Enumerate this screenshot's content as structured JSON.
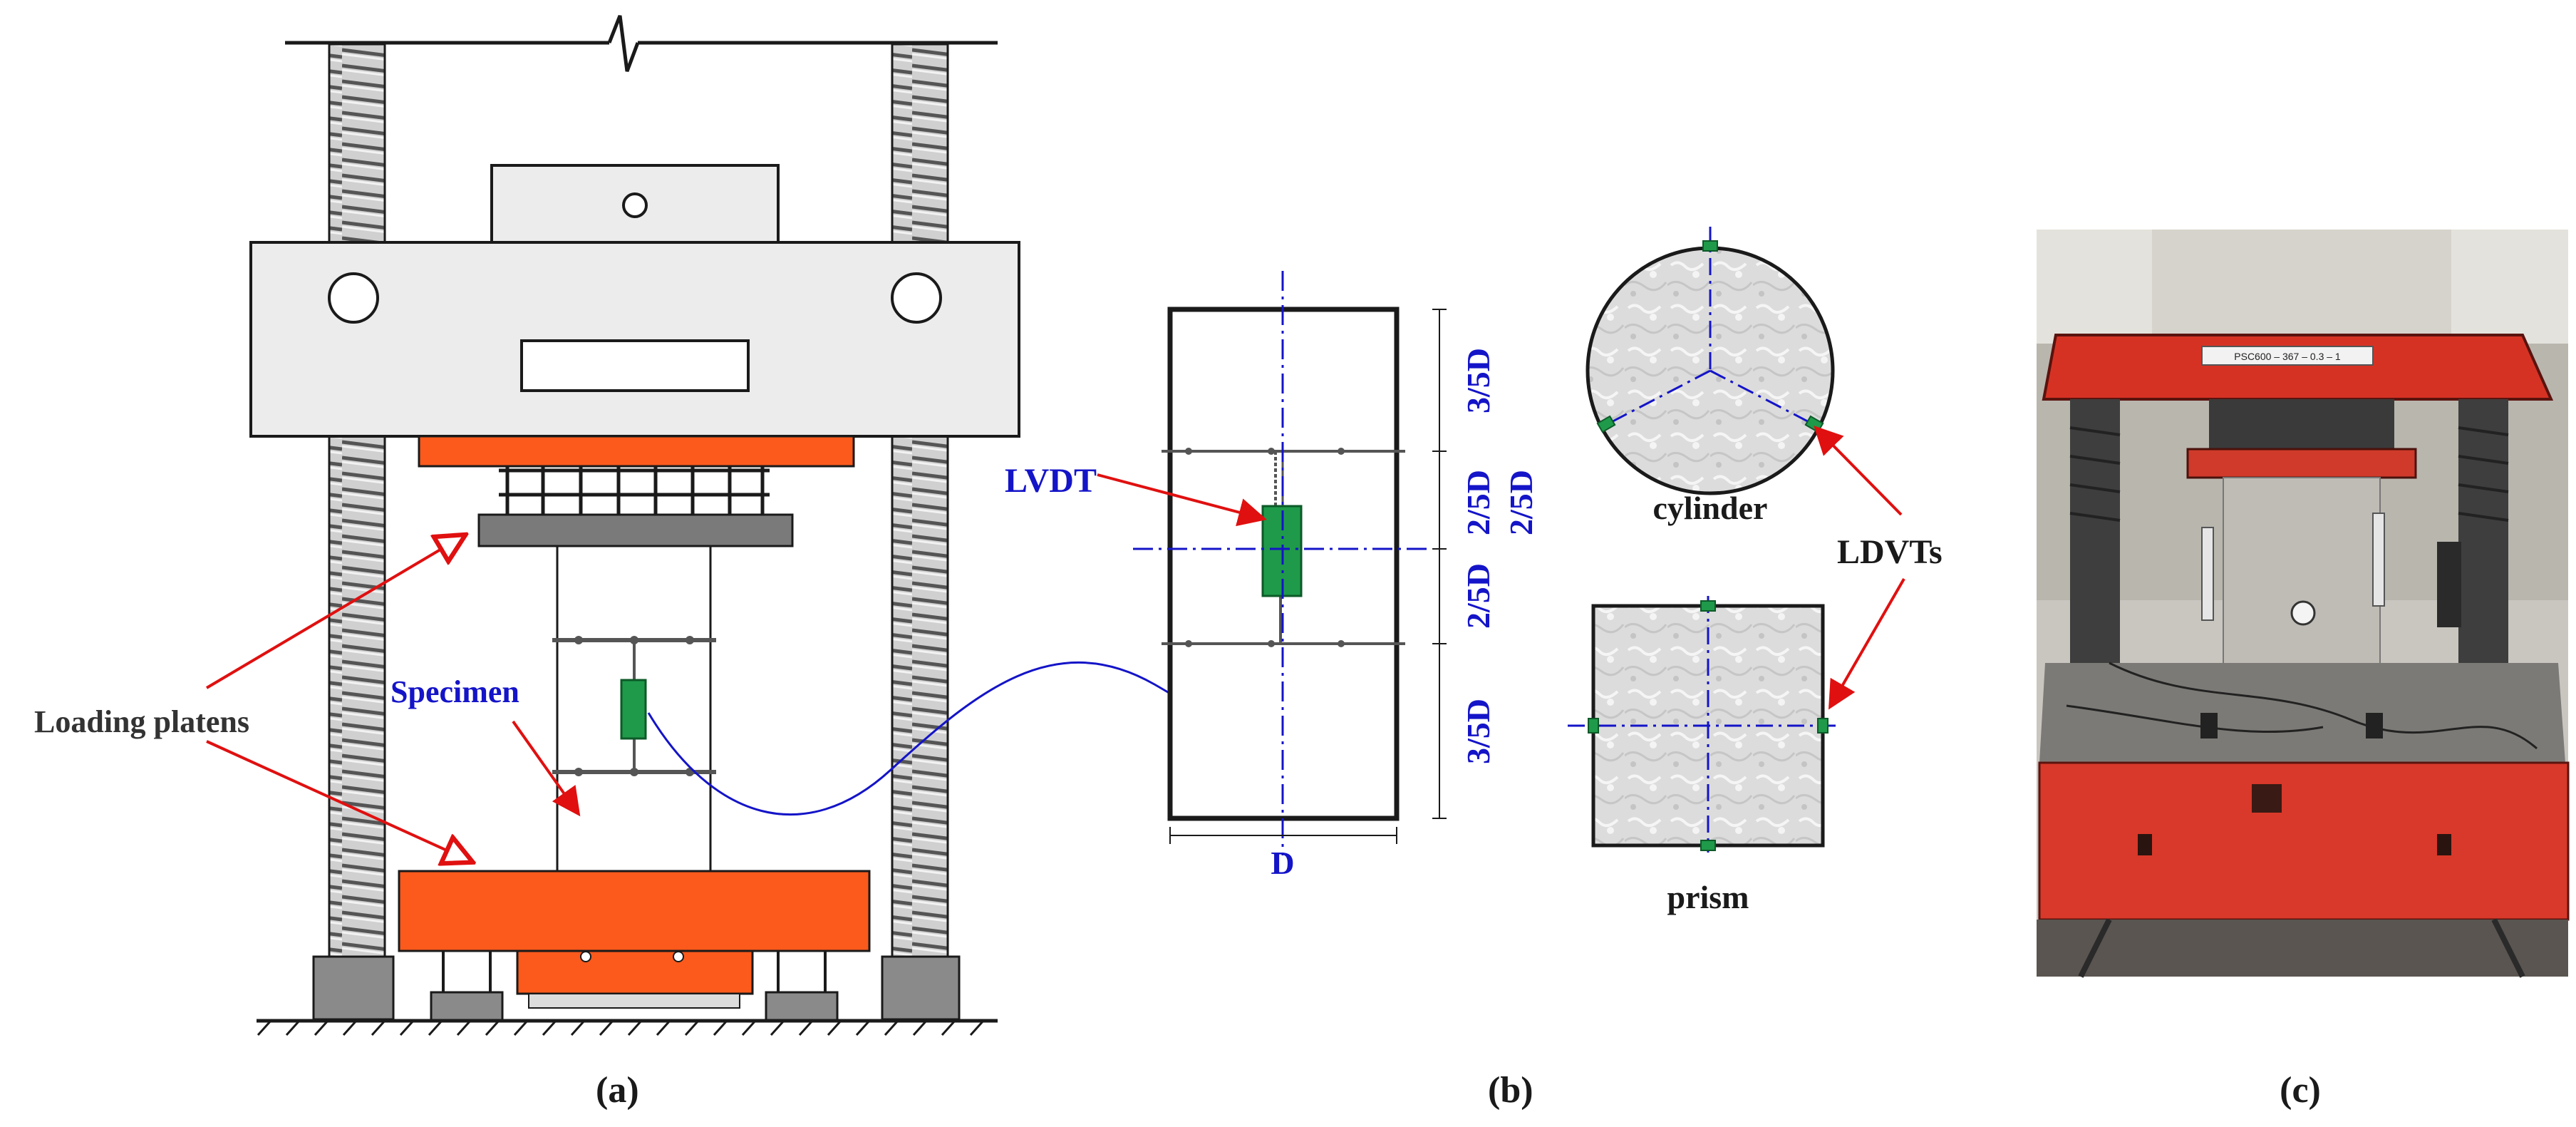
{
  "colors": {
    "line": "#1a1a1a",
    "machine_fill": "#ececec",
    "platen_orange": "#fb5a1c",
    "platen_gray": "#7a7a7a",
    "lvdt_green": "#1f9a4a",
    "annotation_blue": "#1414c8",
    "arrow_red": "#e01010",
    "concrete": "#d8d8d8"
  },
  "panel_a": {
    "loading_platens_label": "Loading platens",
    "specimen_label": "Specimen",
    "caption": "(a)"
  },
  "panel_b": {
    "lvdt_label": "LVDT",
    "dim_top": "3/5D",
    "dim_upper_mid": "2/5D",
    "dim_lower_mid": "2/5D",
    "dim_bottom": "3/5D",
    "dim_center_right": "2/5D",
    "width_label": "D",
    "cylinder_label": "cylinder",
    "prism_label": "prism",
    "ldvts_label": "LDVTs",
    "caption": "(b)"
  },
  "panel_c": {
    "plate_text": "PSC600 – 367 – 0.3 – 1",
    "caption": "(c)"
  }
}
